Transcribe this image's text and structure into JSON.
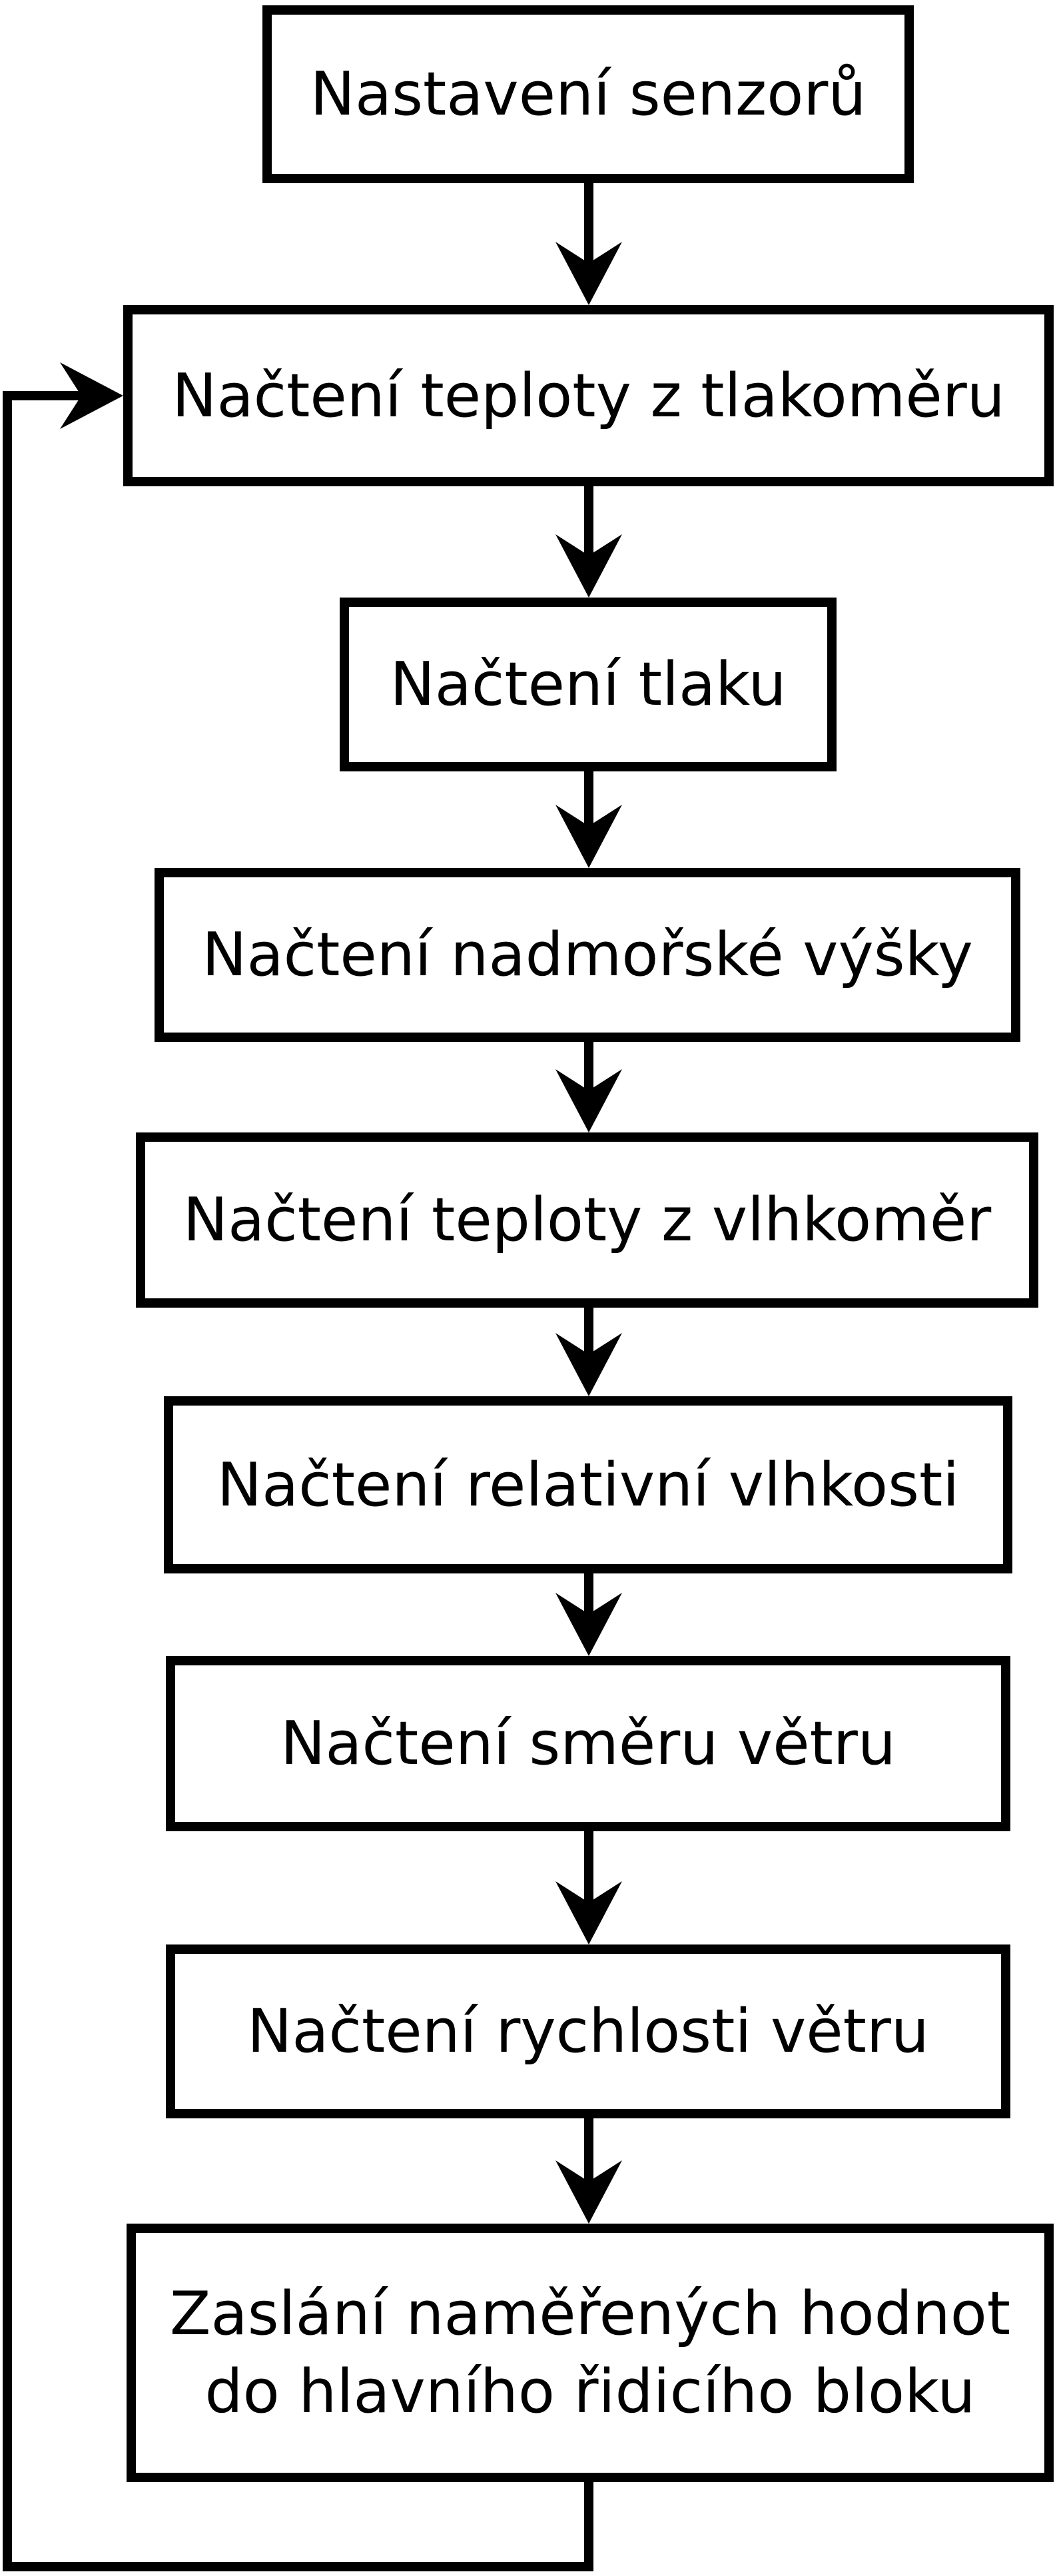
{
  "diagram": {
    "type": "flowchart",
    "direction": "top-down",
    "background": "#ffffff",
    "stroke_color": "#000000",
    "nodes": [
      {
        "id": "start",
        "label": "Nastavení senzorů"
      },
      {
        "id": "read_temp_baro",
        "label": "Načtení teploty z tlakoměru"
      },
      {
        "id": "read_pressure",
        "label": "Načtení tlaku"
      },
      {
        "id": "read_altitude",
        "label": "Načtení nadmořské výšky"
      },
      {
        "id": "read_temp_hygro",
        "label": "Načtení teploty z vlhkoměr"
      },
      {
        "id": "read_rel_humidity",
        "label": "Načtení relativní vlhkosti"
      },
      {
        "id": "read_wind_dir",
        "label": "Načtení směru větru"
      },
      {
        "id": "read_wind_speed",
        "label": "Načtení rychlosti větru"
      },
      {
        "id": "send_values",
        "label": "Zaslání naměřených hodnot do hlavního řidicího bloku",
        "lines": [
          "Zaslání naměřených hodnot",
          "do hlavního řidicího bloku"
        ]
      }
    ],
    "edges": [
      {
        "from": "start",
        "to": "read_temp_baro",
        "type": "arrow-down"
      },
      {
        "from": "read_temp_baro",
        "to": "read_pressure",
        "type": "arrow-down"
      },
      {
        "from": "read_pressure",
        "to": "read_altitude",
        "type": "arrow-down"
      },
      {
        "from": "read_altitude",
        "to": "read_temp_hygro",
        "type": "arrow-down"
      },
      {
        "from": "read_temp_hygro",
        "to": "read_rel_humidity",
        "type": "arrow-down"
      },
      {
        "from": "read_rel_humidity",
        "to": "read_wind_dir",
        "type": "arrow-down"
      },
      {
        "from": "read_wind_dir",
        "to": "read_wind_speed",
        "type": "arrow-down"
      },
      {
        "from": "read_wind_speed",
        "to": "send_values",
        "type": "arrow-down"
      },
      {
        "from": "send_values",
        "to": "read_temp_baro",
        "type": "loop-back-left"
      }
    ]
  }
}
